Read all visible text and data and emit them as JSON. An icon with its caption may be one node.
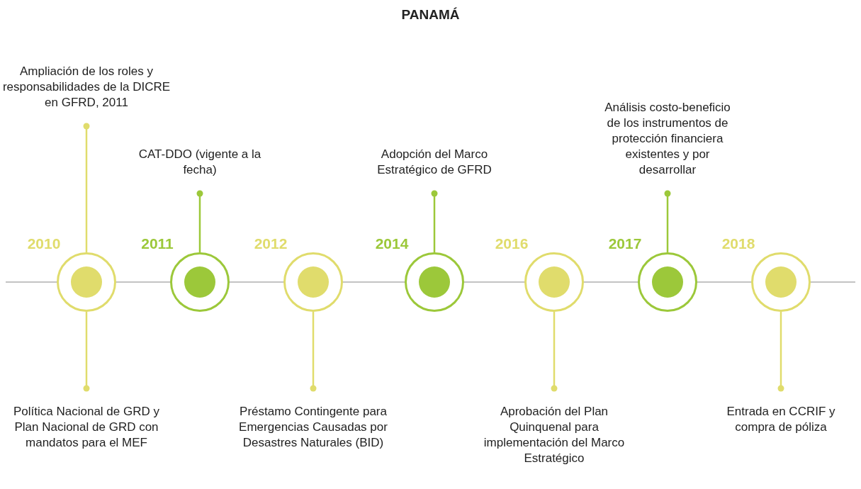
{
  "diagram": {
    "title": "PANAMÁ",
    "nodes": [
      {
        "text": [],
        "shape": "circle",
        "beside": [
          "2010"
        ]
      },
      {
        "text": [
          "Ampliación de los roles y responsabilidades de la DICRE en GFRD, 2011"
        ]
      },
      {
        "text": [
          "Política Nacional de GRD y Plan Nacional de GRD con mandatos para el MEF"
        ]
      },
      {
        "text": [],
        "shape": "circle",
        "beside": [
          "2011"
        ]
      },
      {
        "text": [
          "CAT-DDO (vigente a la fecha)"
        ]
      },
      {
        "text": [],
        "shape": "circle",
        "beside": [
          "2012"
        ]
      },
      {
        "text": [
          "Préstamo Contingente para Emergencias Causadas por Desastres Naturales (BID)"
        ]
      },
      {
        "text": [],
        "shape": "circle",
        "beside": [
          "2014"
        ]
      },
      {
        "text": [
          "Adopción del Marco Estratégico de GFRD"
        ]
      },
      {
        "text": [],
        "shape": "circle",
        "beside": [
          "2016"
        ]
      },
      {
        "text": [
          "Aprobación del Plan Quinquenal para implementación del Marco Estratégico"
        ]
      },
      {
        "text": [],
        "shape": "circle",
        "beside": [
          "2017"
        ]
      },
      {
        "text": [
          "Análisis costo-beneficio de los instrumentos de protección financiera existentes y por desarrollar"
        ]
      },
      {
        "text": [],
        "shape": "circle",
        "beside": [
          "2018"
        ]
      },
      {
        "text": [
          "Entrada en CCRIF y compra de póliza"
        ]
      }
    ],
    "edges": [
      {
        "from": 1,
        "to": 0,
        "arrow": "other"
      },
      {
        "from": 2,
        "to": 0,
        "arrow": "other"
      },
      {
        "from": 4,
        "to": 3,
        "arrow": "other"
      },
      {
        "from": 6,
        "to": 5,
        "arrow": "other"
      },
      {
        "from": 8,
        "to": 7,
        "arrow": "other"
      },
      {
        "from": 10,
        "to": 9,
        "arrow": "other"
      },
      {
        "from": 12,
        "to": 11,
        "arrow": "other"
      },
      {
        "from": 14,
        "to": 13,
        "arrow": "other"
      }
    ]
  }
}
